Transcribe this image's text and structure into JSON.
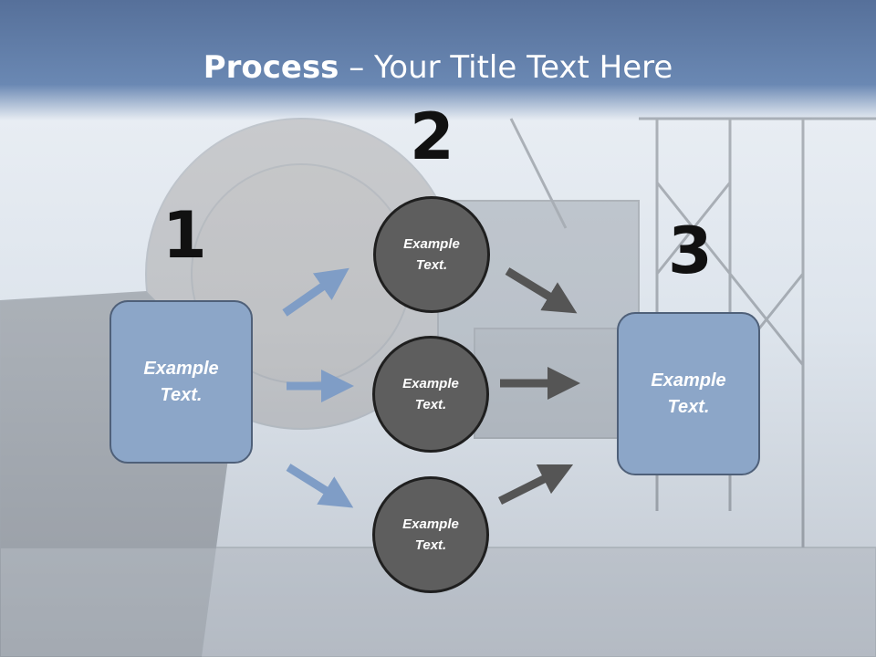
{
  "title": {
    "bold": "Process",
    "rest": " – Your Title Text Here"
  },
  "steps": {
    "one": "1",
    "two": "2",
    "three": "3"
  },
  "left_box": {
    "label": "Example\nText."
  },
  "right_box": {
    "label": "Example\nText."
  },
  "circles": [
    {
      "label": "Example\nText."
    },
    {
      "label": "Example\nText."
    },
    {
      "label": "Example\nText."
    }
  ],
  "colors": {
    "box_fill": "#8ca6c8",
    "circle_fill": "#5e5e5e",
    "arrow_blue": "#7f9dc6",
    "arrow_dark": "#555555"
  }
}
